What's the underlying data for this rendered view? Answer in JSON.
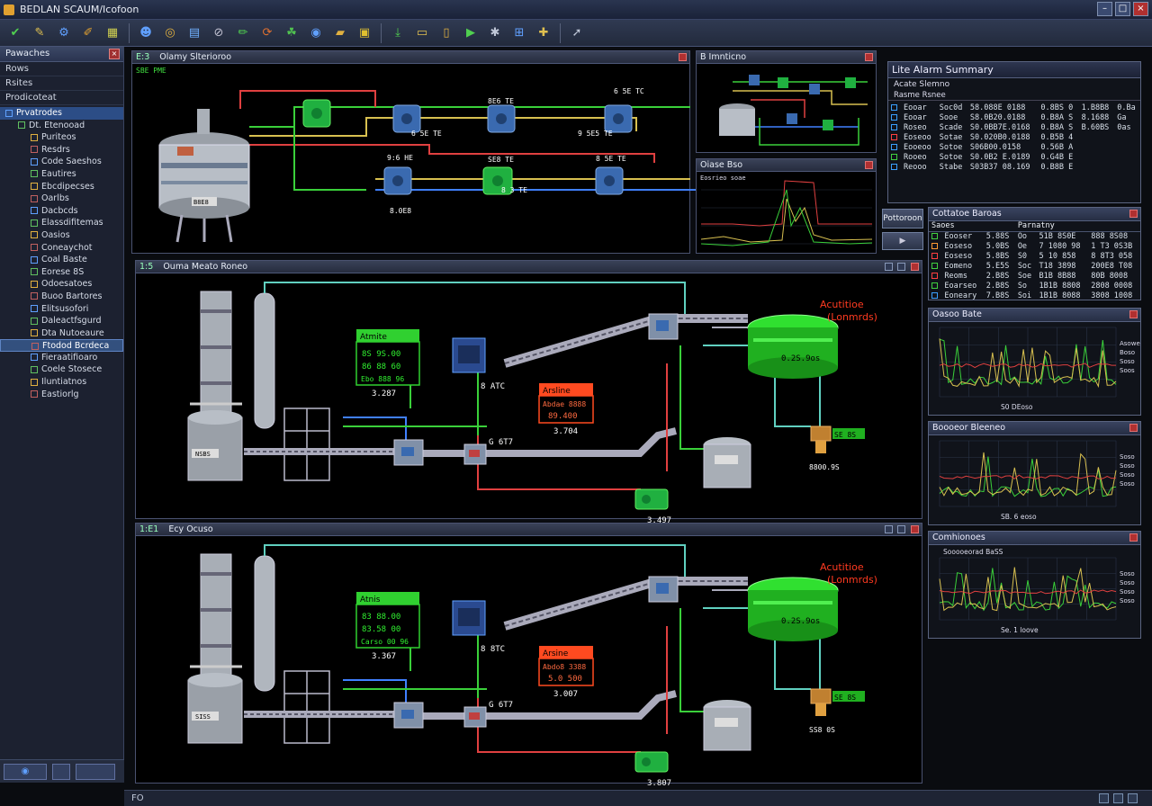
{
  "window": {
    "title": "BEDLAN SCAUM/Icofoon"
  },
  "left_panel": {
    "header": "Pawaches",
    "rows": [
      "Rows",
      "Rsites",
      "Prodicoteat"
    ],
    "tree": [
      {
        "label": "Prvatrodes",
        "level": 0,
        "state": "selected",
        "icon": "folder-icon"
      },
      {
        "label": "Dt. Etenooad",
        "level": 1,
        "state": "",
        "icon": "node-icon"
      },
      {
        "label": "Puriteos",
        "level": 2,
        "state": "",
        "icon": "node-icon"
      },
      {
        "label": "Resdrs",
        "level": 2,
        "state": "",
        "icon": "node-icon"
      },
      {
        "label": "Code Saeshos",
        "level": 2,
        "state": "",
        "icon": "node-icon"
      },
      {
        "label": "Eautires",
        "level": 2,
        "state": "",
        "icon": "node-icon"
      },
      {
        "label": "Ebcdipecses",
        "level": 2,
        "state": "",
        "icon": "node-icon"
      },
      {
        "label": "Oarlbs",
        "level": 2,
        "state": "",
        "icon": "node-icon"
      },
      {
        "label": "Dacbcds",
        "level": 2,
        "state": "",
        "icon": "node-icon"
      },
      {
        "label": "Elassdifitemas",
        "level": 2,
        "state": "",
        "icon": "node-icon"
      },
      {
        "label": "Oasios",
        "level": 2,
        "state": "",
        "icon": "node-icon"
      },
      {
        "label": "Coneaychot",
        "level": 2,
        "state": "",
        "icon": "node-icon"
      },
      {
        "label": "Coal Baste",
        "level": 2,
        "state": "",
        "icon": "node-icon"
      },
      {
        "label": "Eorese 8S",
        "level": 2,
        "state": "",
        "icon": "node-icon"
      },
      {
        "label": "Odoesatoes",
        "level": 2,
        "state": "",
        "icon": "node-icon"
      },
      {
        "label": "Buoo Bartores",
        "level": 2,
        "state": "",
        "icon": "node-icon"
      },
      {
        "label": "Elitsusofori",
        "level": 2,
        "state": "",
        "icon": "node-icon"
      },
      {
        "label": "Daleactfsgurd",
        "level": 2,
        "state": "",
        "icon": "node-icon"
      },
      {
        "label": "Dta Nutoeaure",
        "level": 2,
        "state": "",
        "icon": "node-icon"
      },
      {
        "label": "Ftodod Bcrdeca",
        "level": 2,
        "state": "highlight",
        "icon": "node-icon"
      },
      {
        "label": "Fieraatifioaro",
        "level": 2,
        "state": "",
        "icon": "node-icon"
      },
      {
        "label": "Coele Stosece",
        "level": 2,
        "state": "",
        "icon": "node-icon"
      },
      {
        "label": "Iluntiatnos",
        "level": 2,
        "state": "",
        "icon": "node-icon"
      },
      {
        "label": "Eastiorlg",
        "level": 2,
        "state": "",
        "icon": "node-icon"
      }
    ]
  },
  "status_bar": {
    "text": "FO"
  },
  "pane_top": {
    "title": "Olamy Slterioroo",
    "title_prefix": "E:3",
    "tank_label": "SBE PME",
    "tank_tag": "B8E8",
    "readouts": [
      "6 5E TC",
      "6 5E TE",
      "8E6 TE",
      "9 5E5 TE",
      "9:6 HE",
      "SE8 TE",
      "8 5E TE",
      "8.0E8",
      "8 3 TE"
    ]
  },
  "pane_thumb": {
    "title": "B Imnticno"
  },
  "pane_trend_small": {
    "title": "Oiase Bso",
    "subtitle": "Eosrieo soae"
  },
  "pane_mid": {
    "title": "Ouma Meato Roneo",
    "title_prefix": "1:5",
    "alarm_text": "Acutitioe",
    "alarm_sub": "(Lonmrds)",
    "box_green": {
      "head": "Atmite",
      "l1": "8S 9S.00",
      "l2": "86 88 60",
      "l3": "Ebo 888 96",
      "value": "3.287"
    },
    "box_red": {
      "head": "Arsline",
      "l1": "Abdae 8888",
      "l2": "89.400",
      "value": "3.704"
    },
    "labels": {
      "pump": "8 ATC",
      "v1": "G 6T7",
      "v2": "3.497",
      "tank": "0.2S.9os",
      "valve": "SE 8S",
      "vflow": "8800.9S",
      "silo": "NSBS"
    }
  },
  "pane_bot": {
    "title": "Ecy Ocuso",
    "title_prefix": "1:E1",
    "alarm_text": "Acutitioe",
    "alarm_sub": "(Lonmrds)",
    "box_green": {
      "head": "Atnis",
      "l1": "83 88.00",
      "l2": "83.58 00",
      "l3": "Carso 00 96",
      "value": "3.367"
    },
    "box_red": {
      "head": "Arsine",
      "l1": "Abdo8 3388",
      "l2": "5.0 500",
      "value": "3.007"
    },
    "labels": {
      "pump": "8 8TC",
      "v1": "G 6T7",
      "v2": "3.807",
      "tank": "0.2S.9os",
      "valve": "SE 8S",
      "vflow": "SS8 0S",
      "silo": "SISS"
    }
  },
  "alarm_summary": {
    "title": "Lite Alarm Summary",
    "sub": "Acate Slemno",
    "columns_label": "Rasme Rsnee",
    "rows": [
      {
        "c1": "Eooar",
        "c2": "Soc0d",
        "c3": "58.088E  0188",
        "c4": "0.8BS 0",
        "c5": "1.B8B8",
        "c6": "0.Ba",
        "color": "#3aa0ff"
      },
      {
        "c1": "Eooar",
        "c2": "Sooe",
        "c3": "S8.0B20.0188",
        "c4": "0.B8A S",
        "c5": "8.1688",
        "c6": "Ga",
        "color": "#3aa0ff"
      },
      {
        "c1": "Roseo",
        "c2": "Scade",
        "c3": "S0.0BB7E.0168",
        "c4": "0.B8A S",
        "c5": "B.60BS",
        "c6": "0as",
        "color": "#3aa0ff"
      },
      {
        "c1": "Eoseoo",
        "c2": "Sotae",
        "c3": "S0.020B0.0188",
        "c4": "0.B5B 4",
        "c5": "",
        "c6": "",
        "color": "#ff4040"
      },
      {
        "c1": "Eooeoo",
        "c2": "Sotoe",
        "c3": "S06B00.0158",
        "c4": "0.56B A",
        "c5": "",
        "c6": "",
        "color": "#3aa0ff"
      },
      {
        "c1": "Rooeo",
        "c2": "Sotoe",
        "c3": "S0.0B2 E.0189",
        "c4": "0.G4B E",
        "c5": "",
        "c6": "",
        "color": "#40d040"
      },
      {
        "c1": "Reooo",
        "c2": "Stabe",
        "c3": "S03B37 08.169",
        "c4": "0.B8B E",
        "c5": "",
        "c6": "",
        "color": "#3aa0ff"
      }
    ]
  },
  "side_buttons": {
    "b1": "Pottoroon",
    "b2": "▶"
  },
  "collections": {
    "title": "Cottatoe Baroas",
    "h1": "Saoes",
    "h2": "Parnatny",
    "rows": [
      {
        "c1": "Eooser",
        "c2": "5.88S",
        "c3": "Oo",
        "c4": "51B 8S0E",
        "c5": "888 8S08",
        "color": "#40d040"
      },
      {
        "c1": "Eoseso",
        "c2": "5.0BS",
        "c3": "Oe",
        "c4": "7 1080 98",
        "c5": "1 T3 0S3B",
        "color": "#ff9933"
      },
      {
        "c1": "Eoseso",
        "c2": "5.8BS",
        "c3": "S0",
        "c4": "5 10 858",
        "c5": "8 8T3 058",
        "color": "#ff4040"
      },
      {
        "c1": "Eomeno",
        "c2": "5.E5S",
        "c3": "Soc",
        "c4": "T18 3898",
        "c5": "200E8 T08",
        "color": "#40d040"
      },
      {
        "c1": "Reoms",
        "c2": "2.B8S",
        "c3": "Soe",
        "c4": "B1B 8B88",
        "c5": "80B 8008",
        "color": "#ff4040"
      },
      {
        "c1": "Eoarseo",
        "c2": "2.B8S",
        "c3": "So",
        "c4": "1B1B 8808",
        "c5": "2808 0008",
        "color": "#40d040"
      },
      {
        "c1": "Eoneary",
        "c2": "7.B8S",
        "c3": "Soi",
        "c4": "1B1B 8088",
        "c5": "3808 1008",
        "color": "#3aa0ff"
      }
    ]
  },
  "chart1": {
    "title": "Oasoo Bate",
    "xlabel": "S0 DEoso",
    "legend": [
      "Asowe",
      "Boso",
      "Soso",
      "Soos"
    ]
  },
  "chart2": {
    "title": "Boooeor Bleeneo",
    "xlabel": "SB. 6 eoso",
    "legend": [
      "Soso",
      "Soso",
      "Soso",
      "Soso"
    ]
  },
  "chart3": {
    "title": "Comhionoes",
    "subtitle": "Sooooeorad BaSS",
    "xlabel": "Se. 1 loove",
    "legend": [
      "Soso",
      "Soso",
      "Soso",
      "Soso"
    ]
  },
  "colors": {
    "pipe_green": "#3ad03a",
    "pipe_yellow": "#d8c050",
    "pipe_red": "#e04040",
    "pipe_blue": "#4080ff",
    "pipe_cyan": "#60d0c0",
    "alarm": "#ff3a20",
    "hmi_green": "#30e030"
  }
}
